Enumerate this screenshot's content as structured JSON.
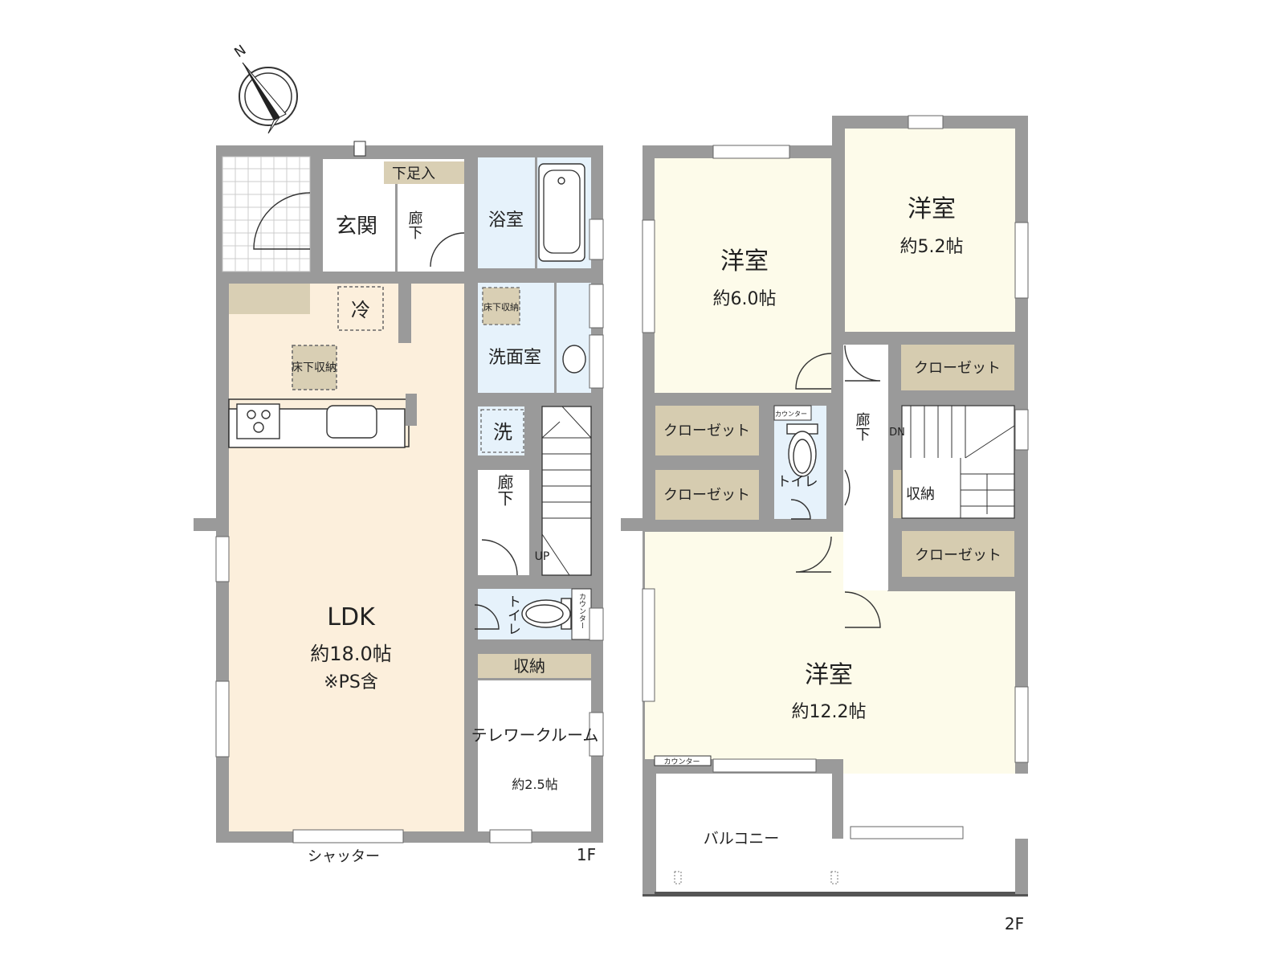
{
  "compass": {
    "label": "N",
    "icon": "north-arrow-icon"
  },
  "floors": {
    "f1": {
      "label": "1F",
      "rooms": {
        "ldk": {
          "name": "LDK",
          "size": "約18.0帖",
          "note": "※PS含"
        },
        "entrance": {
          "name": "玄関"
        },
        "shoe_storage": {
          "name": "下足入"
        },
        "hall_top": {
          "name": "廊下"
        },
        "bath": {
          "name": "浴室"
        },
        "washroom": {
          "name": "洗面室"
        },
        "underfloor_1": {
          "name": "床下収納"
        },
        "underfloor_2": {
          "name": "床下収納"
        },
        "fridge": {
          "name": "冷"
        },
        "laundry": {
          "name": "洗"
        },
        "hall_mid": {
          "name": "廊下"
        },
        "stairs_up": {
          "name": "UP"
        },
        "toilet": {
          "name": "トイレ",
          "counter": "カウンター"
        },
        "storage": {
          "name": "収納"
        },
        "telework": {
          "name": "テレワークルーム",
          "size": "約2.5帖"
        }
      },
      "shutter": "シャッター"
    },
    "f2": {
      "label": "2F",
      "rooms": {
        "western_a": {
          "name": "洋室",
          "size": "約6.0帖"
        },
        "western_b": {
          "name": "洋室",
          "size": "約5.2帖"
        },
        "western_c": {
          "name": "洋室",
          "size": "約12.2帖"
        },
        "closet_1": {
          "name": "クローゼット"
        },
        "closet_2": {
          "name": "クローゼット"
        },
        "closet_3": {
          "name": "クローゼット"
        },
        "closet_4": {
          "name": "クローゼット"
        },
        "storage": {
          "name": "収納"
        },
        "hall": {
          "name": "廊下"
        },
        "stairs_dn": {
          "name": "DN"
        },
        "toilet": {
          "name": "トイレ",
          "counter": "カウンター"
        },
        "counter": {
          "name": "カウンター"
        },
        "balcony": {
          "name": "バルコニー"
        }
      }
    }
  },
  "colors": {
    "wall": "#9a9a9a",
    "ldk_floor": "#fcefdc",
    "western_floor": "#fdfbea",
    "wet_area": "#e6f2fb",
    "closet": "#d6ccb0",
    "kitchen_counter": "#d9cfb4"
  }
}
